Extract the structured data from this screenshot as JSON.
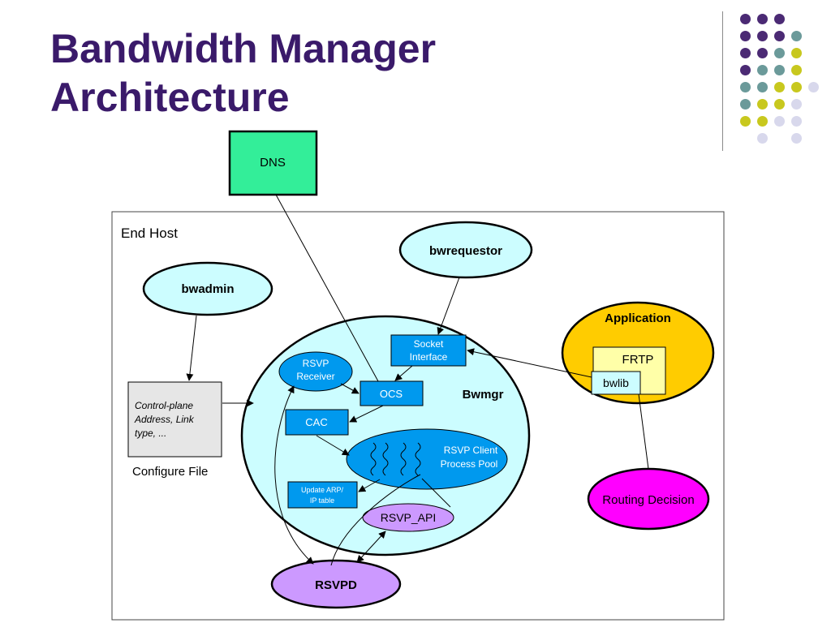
{
  "title": {
    "line1": "Bandwidth Manager",
    "line2": "Architecture"
  },
  "colors": {
    "title": "#3a1a6a",
    "purple": "#4b2a74",
    "teal": "#6b9a9a",
    "yellow": "#c8c81e",
    "lavender": "#d8d8ec"
  },
  "dots_grid": [
    [
      "purple",
      "purple",
      "purple",
      null
    ],
    [
      "purple",
      "purple",
      "purple",
      "teal"
    ],
    [
      "purple",
      "purple",
      "teal",
      "yellow"
    ],
    [
      "purple",
      "teal",
      "teal",
      "yellow"
    ],
    [
      "teal",
      "teal",
      "yellow",
      "yellow",
      "lavender"
    ],
    [
      "teal",
      "yellow",
      "yellow",
      "lavender"
    ],
    [
      "yellow",
      "yellow",
      "lavender",
      "lavender"
    ],
    [
      null,
      "lavender",
      null,
      "lavender"
    ]
  ],
  "diagram": {
    "dns": "DNS",
    "end_host": "End Host",
    "bwrequestor": "bwrequestor",
    "bwadmin": "bwadmin",
    "application": "Application",
    "frtp": "FRTP",
    "bwlib": "bwlib",
    "socket_interface": [
      "Socket",
      "Interface"
    ],
    "rsvp_receiver": [
      "RSVP",
      "Receiver"
    ],
    "ocs": "OCS",
    "bwmgr": "Bwmgr",
    "cac": "CAC",
    "rsvp_client_pool": [
      "RSVP Client",
      "Process Pool"
    ],
    "update_arp": [
      "Update ARP/",
      "IP table"
    ],
    "rsvp_api": "RSVP_API",
    "rsvpd": "RSVPD",
    "config_text": [
      "Control-plane",
      "Address, Link",
      "type, ..."
    ],
    "configure_file": "Configure File",
    "routing_decision": "Routing Decision"
  }
}
